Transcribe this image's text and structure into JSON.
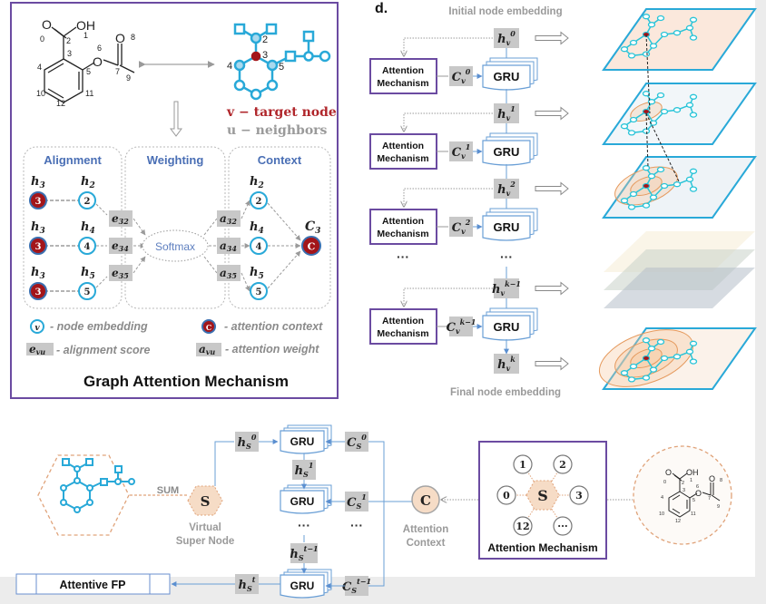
{
  "panel_c": {
    "title": "Graph Attention Mechanism",
    "molecule_atoms": [
      "0",
      "1",
      "2",
      "3",
      "4",
      "5",
      "6",
      "7",
      "8",
      "9",
      "10",
      "11",
      "12"
    ],
    "molecule_labels": {
      "O_top": "O",
      "OH": "OH",
      "O_ester": "O",
      "O_carbonyl": "O"
    },
    "graph_labels": {
      "n2": "2",
      "n3": "3",
      "n4": "4",
      "n5": "5"
    },
    "legend_target": "v − target  node",
    "legend_neighbors": "u − neighbors",
    "sections": [
      "Alignment",
      "Weighting",
      "Context"
    ],
    "rows": [
      {
        "h_left": "h3",
        "h_left_sub": "3",
        "target": "3",
        "h_right": "h",
        "h_right_sub": "2",
        "neighbor": "2",
        "e": "e",
        "e_sub": "32",
        "a": "a",
        "a_sub": "32"
      },
      {
        "h_left": "h3",
        "h_left_sub": "3",
        "target": "3",
        "h_right": "h",
        "h_right_sub": "4",
        "neighbor": "4",
        "e": "e",
        "e_sub": "34",
        "a": "a",
        "a_sub": "34"
      },
      {
        "h_left": "h3",
        "h_left_sub": "3",
        "target": "3",
        "h_right": "h",
        "h_right_sub": "5",
        "neighbor": "5",
        "e": "e",
        "e_sub": "35",
        "a": "a",
        "a_sub": "35"
      }
    ],
    "softmax_label": "Softmax",
    "context_label": "C",
    "context_sub": "3",
    "context_node": "C",
    "legend": {
      "node_symbol": "v",
      "node_embedding": "- node embedding",
      "context_symbol": "C",
      "attention_context": "- attention context",
      "align_symbol": "e",
      "align_sub": "vu",
      "alignment_score": "- alignment score",
      "weight_symbol": "a",
      "weight_sub": "vu",
      "attention_weight": "- attention weight"
    }
  },
  "panel_d": {
    "label": "d.",
    "initial_label": "Initial node embedding",
    "final_label": "Final node embedding",
    "attention_box": "Attention Mechanism",
    "attention_box_line1": "Attention",
    "attention_box_line2": "Mechanism",
    "gru_label": "GRU",
    "ellipsis": "···",
    "h_states": [
      {
        "base": "h",
        "sup": "0",
        "sub": "v"
      },
      {
        "base": "h",
        "sup": "1",
        "sub": "v"
      },
      {
        "base": "h",
        "sup": "2",
        "sub": "v"
      },
      {
        "base": "h",
        "sup": "k−1",
        "sub": "v"
      },
      {
        "base": "h",
        "sup": "k",
        "sub": "v"
      }
    ],
    "c_states": [
      {
        "base": "C",
        "sup": "0",
        "sub": "v"
      },
      {
        "base": "C",
        "sup": "1",
        "sub": "v"
      },
      {
        "base": "C",
        "sup": "2",
        "sub": "v"
      },
      {
        "base": "C",
        "sup": "k−1",
        "sub": "v"
      }
    ]
  },
  "bottom": {
    "sum_label": "SUM",
    "super_node": "S",
    "super_node_caption_1": "Virtual",
    "super_node_caption_2": "Super Node",
    "output_label": "Attentive FP",
    "gru_label": "GRU",
    "ellipsis": "···",
    "h_states": [
      {
        "base": "h",
        "sup": "0",
        "sub": "S"
      },
      {
        "base": "h",
        "sup": "1",
        "sub": "S"
      },
      {
        "base": "h",
        "sup": "t−1",
        "sub": "S"
      },
      {
        "base": "h",
        "sup": "t",
        "sub": "S"
      }
    ],
    "c_states": [
      {
        "base": "C",
        "sup": "0",
        "sub": "S"
      },
      {
        "base": "C",
        "sup": "1",
        "sub": "S"
      },
      {
        "base": "C",
        "sup": "t−1",
        "sub": "S"
      }
    ],
    "context_node": "C",
    "context_caption_1": "Attention",
    "context_caption_2": "Context",
    "attention_title": "Attention Mechanism",
    "attention_center": "S",
    "attention_neighbors": [
      "1",
      "2",
      "3",
      "···",
      "12",
      "0"
    ]
  },
  "colors": {
    "purple_border": "#6b4ba1",
    "cyan": "#29a9d8",
    "dark_red": "#a3151a",
    "section_blue": "#4a6fb5",
    "gray_box": "#c8c8c8",
    "peach": "#f6dcc6",
    "orange_dash": "#e0a37a",
    "arrow_blue": "#6a9fd6"
  }
}
